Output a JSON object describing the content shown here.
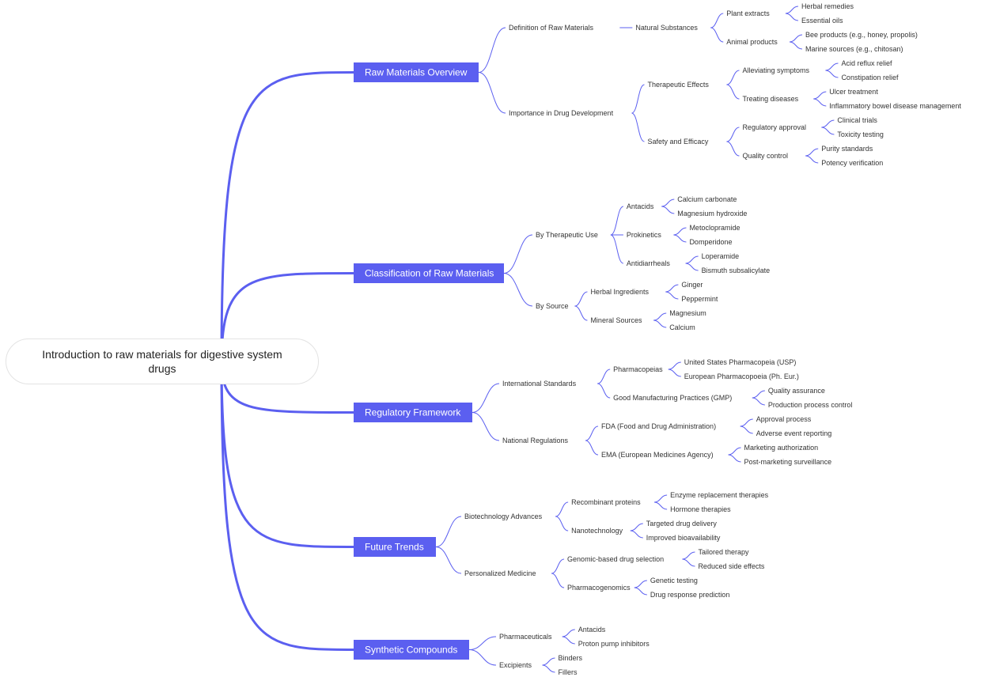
{
  "colors": {
    "accent": "#5b5ff0",
    "line": "#5b5ff0",
    "text": "#333333",
    "root_border": "#e3e3e3"
  },
  "mindmap": {
    "root": "Introduction to raw materials for digestive system drugs",
    "branches": [
      {
        "label": "Raw Materials Overview",
        "children": [
          {
            "label": "Definition of Raw Materials",
            "children": [
              {
                "label": "Natural Substances",
                "children": [
                  {
                    "label": "Plant extracts",
                    "children": [
                      {
                        "label": "Herbal remedies"
                      },
                      {
                        "label": "Essential oils"
                      }
                    ]
                  },
                  {
                    "label": "Animal products",
                    "children": [
                      {
                        "label": "Bee products (e.g., honey, propolis)"
                      },
                      {
                        "label": "Marine sources (e.g., chitosan)"
                      }
                    ]
                  }
                ]
              }
            ]
          },
          {
            "label": "Importance in Drug Development",
            "children": [
              {
                "label": "Therapeutic Effects",
                "children": [
                  {
                    "label": "Alleviating symptoms",
                    "children": [
                      {
                        "label": "Acid reflux relief"
                      },
                      {
                        "label": "Constipation relief"
                      }
                    ]
                  },
                  {
                    "label": "Treating diseases",
                    "children": [
                      {
                        "label": "Ulcer treatment"
                      },
                      {
                        "label": "Inflammatory bowel disease management"
                      }
                    ]
                  }
                ]
              },
              {
                "label": "Safety and Efficacy",
                "children": [
                  {
                    "label": "Regulatory approval",
                    "children": [
                      {
                        "label": "Clinical trials"
                      },
                      {
                        "label": "Toxicity testing"
                      }
                    ]
                  },
                  {
                    "label": "Quality control",
                    "children": [
                      {
                        "label": "Purity standards"
                      },
                      {
                        "label": "Potency verification"
                      }
                    ]
                  }
                ]
              }
            ]
          }
        ]
      },
      {
        "label": "Classification of Raw Materials",
        "children": [
          {
            "label": "By Therapeutic Use",
            "children": [
              {
                "label": "Antacids",
                "children": [
                  {
                    "label": "Calcium carbonate"
                  },
                  {
                    "label": "Magnesium hydroxide"
                  }
                ]
              },
              {
                "label": "Prokinetics",
                "children": [
                  {
                    "label": "Metoclopramide"
                  },
                  {
                    "label": "Domperidone"
                  }
                ]
              },
              {
                "label": "Antidiarrheals",
                "children": [
                  {
                    "label": "Loperamide"
                  },
                  {
                    "label": "Bismuth subsalicylate"
                  }
                ]
              }
            ]
          },
          {
            "label": "By Source",
            "children": [
              {
                "label": "Herbal Ingredients",
                "children": [
                  {
                    "label": "Ginger"
                  },
                  {
                    "label": "Peppermint"
                  }
                ]
              },
              {
                "label": "Mineral Sources",
                "children": [
                  {
                    "label": "Magnesium"
                  },
                  {
                    "label": "Calcium"
                  }
                ]
              }
            ]
          }
        ]
      },
      {
        "label": "Regulatory Framework",
        "children": [
          {
            "label": "International Standards",
            "children": [
              {
                "label": "Pharmacopeias",
                "children": [
                  {
                    "label": "United States Pharmacopeia (USP)"
                  },
                  {
                    "label": "European Pharmacopoeia (Ph. Eur.)"
                  }
                ]
              },
              {
                "label": "Good Manufacturing Practices (GMP)",
                "children": [
                  {
                    "label": "Quality assurance"
                  },
                  {
                    "label": "Production process control"
                  }
                ]
              }
            ]
          },
          {
            "label": "National Regulations",
            "children": [
              {
                "label": "FDA (Food and Drug Administration)",
                "children": [
                  {
                    "label": "Approval process"
                  },
                  {
                    "label": "Adverse event reporting"
                  }
                ]
              },
              {
                "label": "EMA (European Medicines Agency)",
                "children": [
                  {
                    "label": "Marketing authorization"
                  },
                  {
                    "label": "Post-marketing surveillance"
                  }
                ]
              }
            ]
          }
        ]
      },
      {
        "label": "Future Trends",
        "children": [
          {
            "label": "Biotechnology Advances",
            "children": [
              {
                "label": "Recombinant proteins",
                "children": [
                  {
                    "label": "Enzyme replacement therapies"
                  },
                  {
                    "label": "Hormone therapies"
                  }
                ]
              },
              {
                "label": "Nanotechnology",
                "children": [
                  {
                    "label": "Targeted drug delivery"
                  },
                  {
                    "label": "Improved bioavailability"
                  }
                ]
              }
            ]
          },
          {
            "label": "Personalized Medicine",
            "children": [
              {
                "label": "Genomic-based drug selection",
                "children": [
                  {
                    "label": "Tailored therapy"
                  },
                  {
                    "label": "Reduced side effects"
                  }
                ]
              },
              {
                "label": "Pharmacogenomics",
                "children": [
                  {
                    "label": "Genetic testing"
                  },
                  {
                    "label": "Drug response prediction"
                  }
                ]
              }
            ]
          }
        ]
      },
      {
        "label": "Synthetic Compounds",
        "children": [
          {
            "label": "Pharmaceuticals",
            "children": [
              {
                "label": "Antacids"
              },
              {
                "label": "Proton pump inhibitors"
              }
            ]
          },
          {
            "label": "Excipients",
            "children": [
              {
                "label": "Binders"
              },
              {
                "label": "Fillers"
              }
            ]
          }
        ]
      }
    ]
  }
}
